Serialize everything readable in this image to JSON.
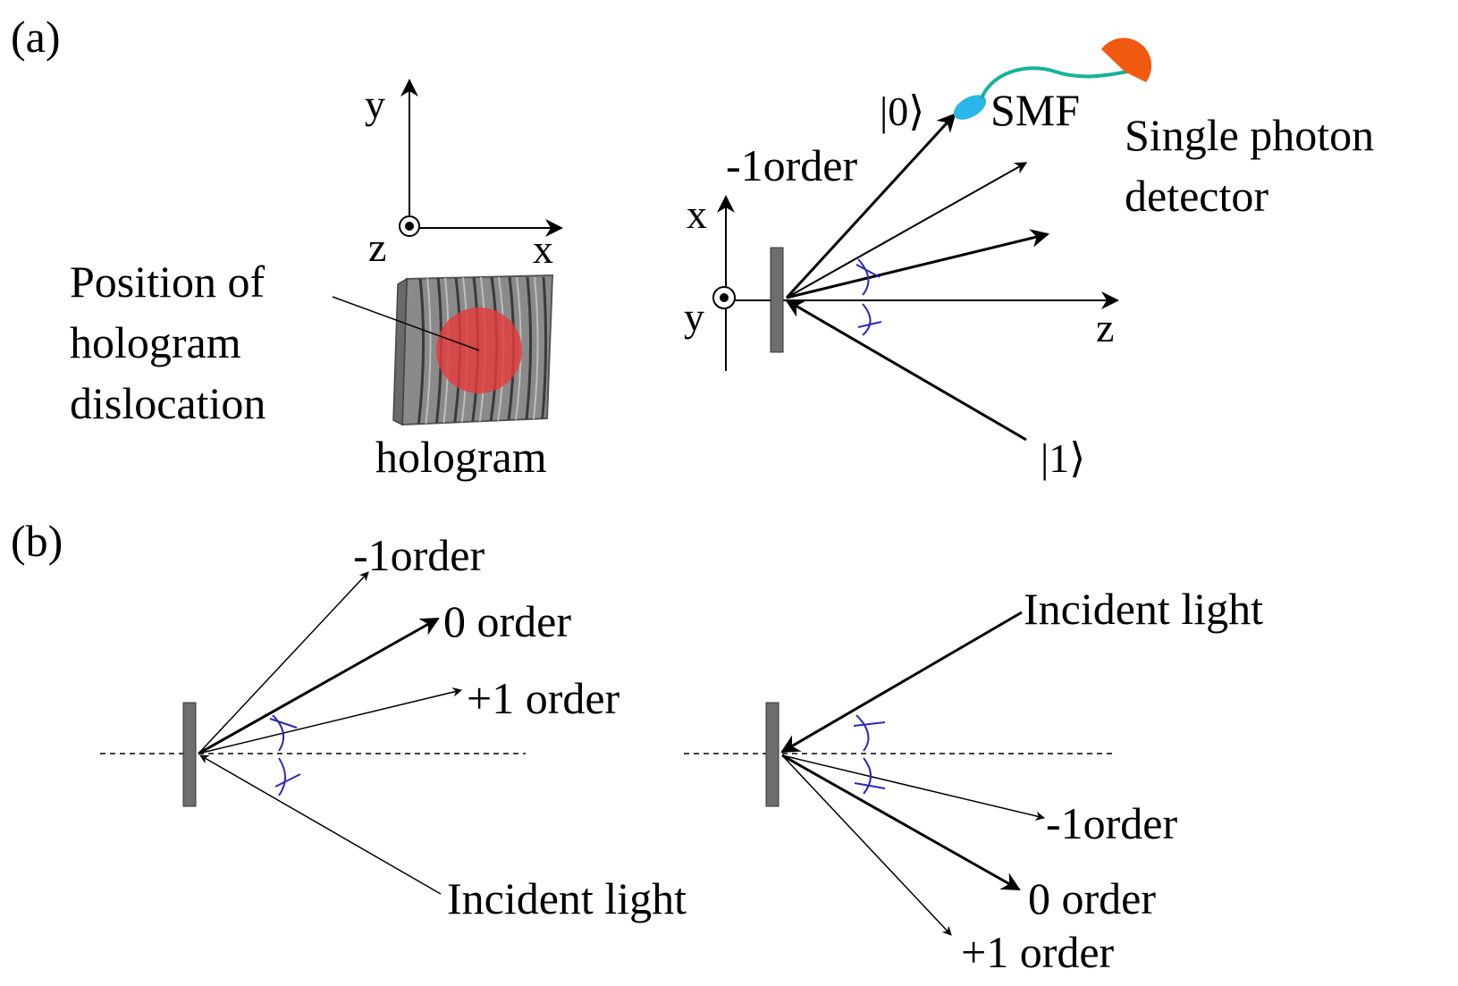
{
  "panel_a": {
    "label": "(a)",
    "hologram_axes": {
      "y": "y",
      "x": "x",
      "z": "z"
    },
    "hologram_label": "hologram",
    "dislocation_label": [
      "Position of",
      "hologram",
      "dislocation"
    ],
    "setup_axes": {
      "x": "x",
      "y": "y",
      "z": "z"
    },
    "ket_zero": "|0⟩",
    "ket_one": "|1⟩",
    "minus_one_order": "-1order",
    "smf_label": "SMF",
    "detector_label": [
      "Single photon",
      "detector"
    ]
  },
  "panel_b": {
    "label": "(b)",
    "left": {
      "minus_one_order": "-1order",
      "zero_order": "0 order",
      "plus_one_order": "+1 order",
      "incident_light": "Incident light"
    },
    "right": {
      "incident_light": "Incident light",
      "minus_one_order": "-1order",
      "zero_order": "0 order",
      "plus_one_order": "+1 order"
    }
  },
  "colors": {
    "grating": "#6e6e6e",
    "beam_spot": "#e43a3a",
    "angle_marks": "#2a2ab8",
    "fiber": "#17b29a",
    "fiber_coupler": "#29b6e8",
    "detector": "#f05a10"
  }
}
